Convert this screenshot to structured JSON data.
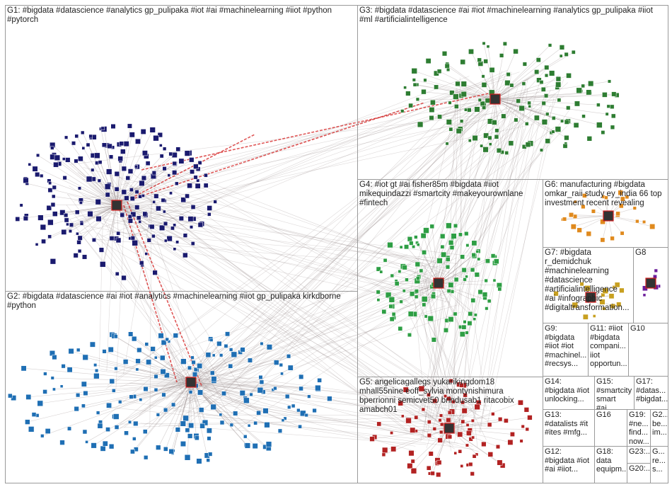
{
  "groups": [
    {
      "id": "G1",
      "label": "G1: #bigdata #datascience #analytics gp_pulipaka #iot #ai #machinelearning #iiot #python\n#pytorch"
    },
    {
      "id": "G2",
      "label": "G2: #bigdata #datascience #ai #iot #analytics #machinelearning #iiot gp_pulipaka kirkdborne\n#python"
    },
    {
      "id": "G3",
      "label": "G3: #bigdata #datascience #ai #iot #machinelearning #analytics gp_pulipaka #iiot\n#ml #artificialintelligence"
    },
    {
      "id": "G4",
      "label": "G4: #iot gt #ai fisher85m #bigdata #iiot\nmikequindazzi #smartcity #makeyourownlane\n#fintech"
    },
    {
      "id": "G5",
      "label": "G5: angelicagallegs yukarikingdom18\nmhall55nine eoff_sylvia montynishimura\nbperrionni semicvet50 brindusab1 ritacobix\namabch01"
    },
    {
      "id": "G6",
      "label": "G6: manufacturing #bigdata\nomkar_raii study ey_india 66 top\ninvestment recent revealing"
    },
    {
      "id": "G7",
      "label": "G7: #bigdata\nr_demidchuk\n#machinelearning\n#datascience\n#artificialintelligence\n#ai #infographic\n#digitaltransformation..."
    },
    {
      "id": "G8",
      "label": "G8"
    },
    {
      "id": "G9",
      "label": "G9:\n#bigdata\n#iiot #iot\n#machinel...\n#recsys..."
    },
    {
      "id": "G11",
      "label": "G11: #iiot\n#bigdata\ncompani...\niiot\nopportun..."
    },
    {
      "id": "G10",
      "label": "G10"
    },
    {
      "id": "G14",
      "label": "G14:\n#bigdata #iot\nunlocking..."
    },
    {
      "id": "G15",
      "label": "G15:\n#smartcity\nsmart #ai..."
    },
    {
      "id": "G17",
      "label": "G17:\n#datas...\n#bigdat..."
    },
    {
      "id": "G13",
      "label": "G13:\n#datalists #it\n#ites #mfg..."
    },
    {
      "id": "G16",
      "label": "G16"
    },
    {
      "id": "G19",
      "label": "G19:\n#ne...\nfind...\nnow..."
    },
    {
      "id": "G2x",
      "label": "G2...\nbe...\nim..."
    },
    {
      "id": "G12",
      "label": "G12:\n#bigdata #iot\n#ai #iiot..."
    },
    {
      "id": "G18",
      "label": "G18:\ndata\nequipm..."
    },
    {
      "id": "G23",
      "label": "G23:..."
    },
    {
      "id": "G2y",
      "label": "G...\nre...\ns..."
    },
    {
      "id": "G20",
      "label": "G20:..."
    }
  ],
  "colors": {
    "G1": "#1a1a6e",
    "G2": "#1f6fb4",
    "G3": "#2e7d32",
    "G4": "#2e9e44",
    "G5": "#b22222",
    "G6": "#e08a1e",
    "G7": "#c8a020",
    "G8": "#6a1b9a",
    "edge": "#8a7a7a",
    "edge_red": "#d42020"
  }
}
